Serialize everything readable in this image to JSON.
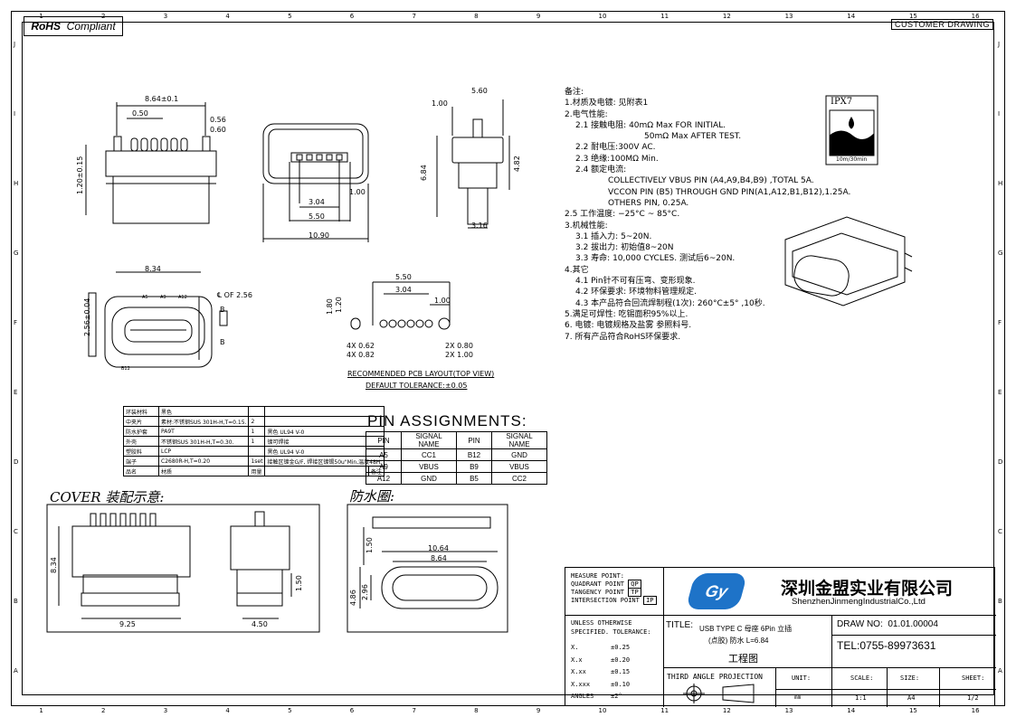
{
  "header": {
    "rohs_bold": "RoHS",
    "rohs_rest": "Compliant",
    "customer": "CUSTOMER DRAWING"
  },
  "ruler": {
    "cols": [
      "1",
      "2",
      "3",
      "4",
      "5",
      "6",
      "7",
      "8",
      "9",
      "10",
      "11",
      "12",
      "13",
      "14",
      "15",
      "16"
    ],
    "rows": [
      "J",
      "I",
      "H",
      "G",
      "F",
      "E",
      "D",
      "C",
      "B",
      "A"
    ]
  },
  "dims": {
    "d1": "8.64±0.1",
    "d2": "0.50",
    "d3": "0.56",
    "d4": "0.60",
    "d5": "1.20±0.15",
    "d6": "3.04",
    "d7": "1.00",
    "d8": "5.50",
    "d9": "10.90",
    "d10": "5.60",
    "d11": "1.00",
    "d12": "6.84",
    "d13": "4.82",
    "d14": "3.16",
    "d15": "8.34",
    "d16": "2.56±0.04",
    "d17": "℄ OF 2.56",
    "d18": "B",
    "d19": "B",
    "d20": "5.50",
    "d21": "3.04",
    "d22": "1.00",
    "d23": "4X 0.62",
    "d24": "4X 0.82",
    "d25": "2X 0.80",
    "d26": "2X 1.00",
    "d27": "1.80",
    "d28": "1.20",
    "pcb1": "RECOMMENDED PCB LAYOUT(TOP VIEW)",
    "pcb2": "DEFAULT TOLERANCE:±0.05",
    "c1": "8.34",
    "c2": "9.25",
    "c3": "1.50",
    "c4": "4.50",
    "s1": "1.50",
    "s2": "10.64",
    "s3": "8.64",
    "s4": "4.86",
    "s5": "2.96",
    "pA5": "A5",
    "pA9": "A9",
    "pA12": "A12",
    "pB12": "B12"
  },
  "notes": [
    {
      "t": "备注:",
      "c": ""
    },
    {
      "t": "1.材质及电镀:  见附表1",
      "c": ""
    },
    {
      "t": "2.电气性能:",
      "c": ""
    },
    {
      "t": "2.1  接触电阻: 40mΩ  Max  FOR  INITIAL.",
      "c": "i1"
    },
    {
      "t": "50mΩ  Max  AFTER  TEST.",
      "c": "i2x"
    },
    {
      "t": "2.2  耐电压:300V  AC.",
      "c": "i1"
    },
    {
      "t": "2.3  绝缘:100MΩ  Min.",
      "c": "i1"
    },
    {
      "t": "2.4  额定电流:",
      "c": "i1"
    },
    {
      "t": "COLLECTIVELY  VBUS  PIN  (A4,A9,B4,B9)  ,TOTAL  5A.",
      "c": "i2"
    },
    {
      "t": "VCCON  PIN  (B5)  THROUGH  GND  PIN(A1,A12,B1,B12),1.25A.",
      "c": "i2"
    },
    {
      "t": "OTHERS  PIN,  0.25A.",
      "c": "i2"
    },
    {
      "t": "2.5  工作温度: −25°C  ~  85°C.",
      "c": ""
    },
    {
      "t": "3.机械性能:",
      "c": ""
    },
    {
      "t": "3.1  插入力: 5~20N.",
      "c": "i1"
    },
    {
      "t": "3.2  拔出力: 初始值8~20N",
      "c": "i1"
    },
    {
      "t": "3.3  寿命: 10,000  CYCLES.  测试后6~20N.",
      "c": "i1"
    },
    {
      "t": "4.其它",
      "c": ""
    },
    {
      "t": "4.1  Pin针不可有压弯、变形现象.",
      "c": "i1"
    },
    {
      "t": "4.2  环保要求: 环境物料管理规定.",
      "c": "i1"
    },
    {
      "t": "4.3  本产品符合回流焊制程(1次): 260°C±5°  ,10秒.",
      "c": "i1"
    },
    {
      "t": "5.满足可焊性: 吃锡面积95%以上.",
      "c": ""
    },
    {
      "t": "6.  电镀: 电镀规格及盐雾  参照料号.",
      "c": ""
    },
    {
      "t": "7.  所有产品符合RoHS环保要求.",
      "c": ""
    }
  ],
  "ipx": {
    "label": "IPX7",
    "sub": "10m/30min"
  },
  "materials": [
    [
      "环装材料",
      "黑色",
      "",
      "",
      ""
    ],
    [
      "中夹片",
      "素材:不锈钢SUS 301H-H,T=0.15.",
      "2",
      "",
      ""
    ],
    [
      "防水护套",
      "PA9T",
      "1",
      "黑色 UL94 V-0",
      ""
    ],
    [
      "外壳",
      "不锈钢SUS 301H-H,T=0.30.",
      "1",
      "镀可焊接",
      ""
    ],
    [
      "塑胶料",
      "LCP",
      "",
      "黑色 UL94 V-0",
      ""
    ],
    [
      "端子",
      "C2680R-H,T=0.20",
      "1set",
      "接触区镀金G/F, 焊接区镀锡50u\"Min,温度48H.",
      ""
    ],
    [
      "品名",
      "材质",
      "用量",
      "",
      "备注"
    ]
  ],
  "pin_title": "PIN  ASSIGNMENTS:",
  "pins": [
    [
      "PIN",
      "SIGNAL NAME",
      "PIN",
      "SIGNAL NAME"
    ],
    [
      "A5",
      "CC1",
      "B12",
      "GND"
    ],
    [
      "A9",
      "VBUS",
      "B9",
      "VBUS"
    ],
    [
      "A12",
      "GND",
      "B5",
      "CC2"
    ]
  ],
  "labels": {
    "cover": "COVER 装配示意:",
    "seal": "防水圈:"
  },
  "title_block": {
    "mp": "MEASURE POINT:",
    "qp": "QUADRANT POINT",
    "qpv": "QP",
    "tp": "TANGENCY POINT",
    "tpv": "TP",
    "ip": "INTERSECTION POINT",
    "ipv": "IP",
    "company_cn": "深圳金盟实业有限公司",
    "company_en": "ShenzhenJinmengIndustrialCo.,Ltd",
    "logo": "Gy",
    "uo": "UNLESS OTHERWISE",
    "st": "SPECIFIED. TOLERANCE:",
    "tol": [
      [
        "X.",
        "±0.25"
      ],
      [
        "X.x",
        "±0.20"
      ],
      [
        "X.xx",
        "±0.15"
      ],
      [
        "X.xxx",
        "±0.10"
      ],
      [
        "ANGLES",
        "±2°"
      ]
    ],
    "title_lbl": "TITLE:",
    "title1": "USB TYPE C 母座 6Pin 立插",
    "title2": "(点胶) 防水  L=6.84",
    "title3": "工程图",
    "draw_no_lbl": "DRAW NO:",
    "draw_no": "01.01.00004",
    "tel": "TEL:0755-89973631",
    "proj": "THIRD ANGLE PROJECTION",
    "unit_lbl": "UNIT:",
    "unit": "mm",
    "scale_lbl": "SCALE:",
    "scale": "1:1",
    "size_lbl": "SIZE:",
    "size": "A4",
    "sheet_lbl": "SHEET:",
    "sheet": "1/2"
  }
}
